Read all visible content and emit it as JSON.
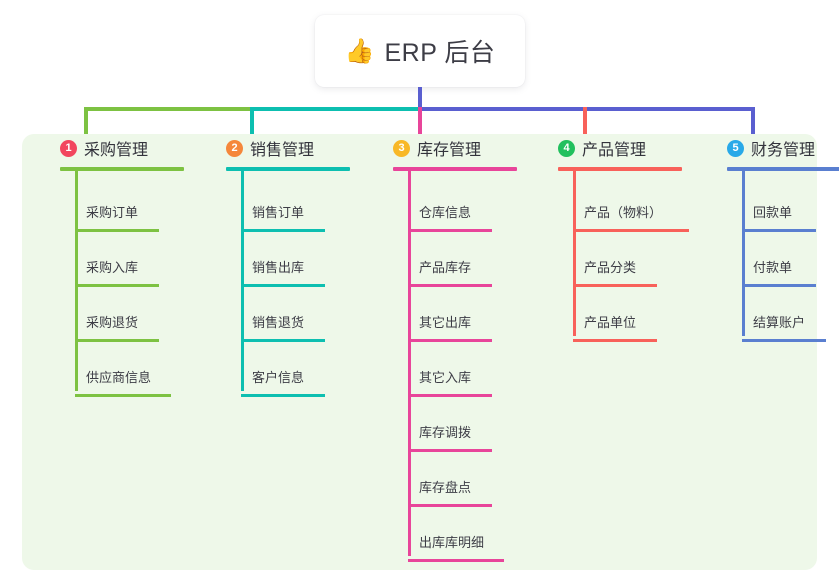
{
  "root": {
    "icon": "thumbs-up-icon",
    "emoji": "👍",
    "title": "ERP 后台"
  },
  "theme": {
    "panel_bg": "#eef8e9",
    "page_bg": "#ffffff",
    "root_connector": "#5a5fd0",
    "text": "#3d3d46"
  },
  "columns": [
    {
      "number": "1",
      "title": "采购管理",
      "badge_color": "#f2465e",
      "line_color": "#7dc242",
      "underline_width": 124,
      "items": [
        {
          "label": "采购订单",
          "rule_width": 84
        },
        {
          "label": "采购入库",
          "rule_width": 84
        },
        {
          "label": "采购退货",
          "rule_width": 84
        },
        {
          "label": "供应商信息",
          "rule_width": 96
        }
      ]
    },
    {
      "number": "2",
      "title": "销售管理",
      "badge_color": "#f5873b",
      "line_color": "#0dbfb0",
      "underline_width": 124,
      "items": [
        {
          "label": "销售订单",
          "rule_width": 84
        },
        {
          "label": "销售出库",
          "rule_width": 84
        },
        {
          "label": "销售退货",
          "rule_width": 84
        },
        {
          "label": "客户信息",
          "rule_width": 84
        }
      ]
    },
    {
      "number": "3",
      "title": "库存管理",
      "badge_color": "#f8b827",
      "line_color": "#e8459a",
      "underline_width": 124,
      "items": [
        {
          "label": "仓库信息",
          "rule_width": 84
        },
        {
          "label": "产品库存",
          "rule_width": 84
        },
        {
          "label": "其它出库",
          "rule_width": 84
        },
        {
          "label": "其它入库",
          "rule_width": 84
        },
        {
          "label": "库存调拨",
          "rule_width": 84
        },
        {
          "label": "库存盘点",
          "rule_width": 84
        },
        {
          "label": "出库库明细",
          "rule_width": 96
        }
      ]
    },
    {
      "number": "4",
      "title": "产品管理",
      "badge_color": "#22c05e",
      "line_color": "#f8615a",
      "underline_width": 124,
      "items": [
        {
          "label": "产品（物料）",
          "rule_width": 116
        },
        {
          "label": "产品分类",
          "rule_width": 84
        },
        {
          "label": "产品单位",
          "rule_width": 84
        }
      ]
    },
    {
      "number": "5",
      "title": "财务管理",
      "badge_color": "#29a9e8",
      "line_color": "#5a7fd0",
      "underline_width": 120,
      "items": [
        {
          "label": "回款单",
          "rule_width": 74
        },
        {
          "label": "付款单",
          "rule_width": 74
        },
        {
          "label": "结算账户",
          "rule_width": 84
        }
      ]
    }
  ]
}
